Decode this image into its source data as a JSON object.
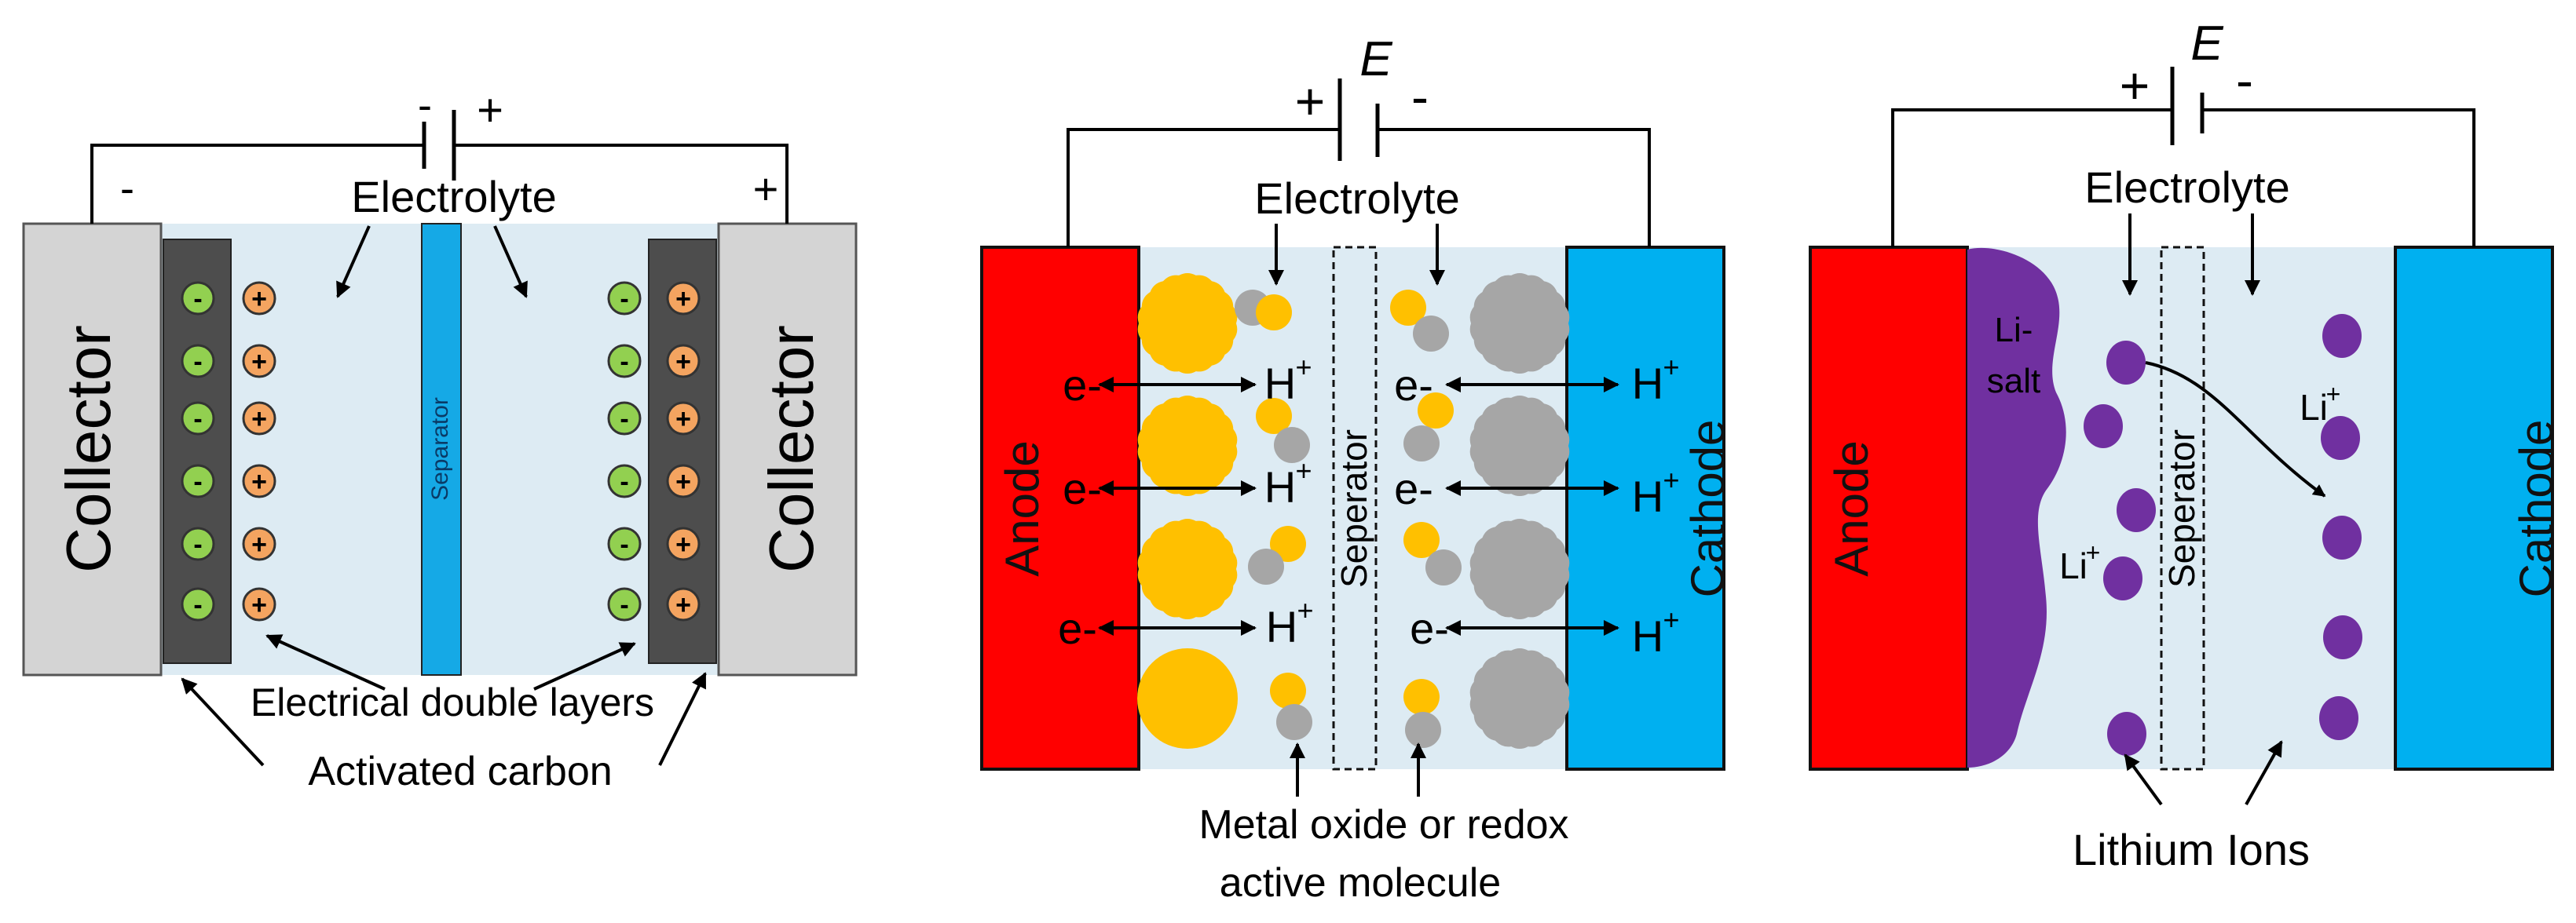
{
  "colors": {
    "electrolyte": "#DDEBF3",
    "collector": "#D4D4D4",
    "carbon": "#4D4D4D",
    "separator_blue": "#15A9E6",
    "anode_red": "#FF0000",
    "cathode_blue": "#00B0F0",
    "gold": "#FFC000",
    "grey": "#A6A6A6",
    "purple": "#7030A0",
    "neg_green": "#92D050",
    "pos_orange": "#F4A460"
  },
  "panel1": {
    "minus_sign": "-",
    "plus_sign": "+",
    "left_terminal": "-",
    "right_terminal": "+",
    "electrolyte_label": "Electrolyte",
    "left_collector": "Collector",
    "right_collector": "Collector",
    "separator_label": "Separator",
    "neg_ion_symbol": "-",
    "pos_ion_symbol": "+",
    "edl_label": "Electrical double layers",
    "carbon_label": "Activated carbon"
  },
  "panel2": {
    "voltage_symbol": "E",
    "plus_sign": "+",
    "minus_sign": "-",
    "electrolyte_label": "Electrolyte",
    "anode_label": "Anode",
    "cathode_label": "Cathode",
    "separator_label": "Seperator",
    "electron_label": "e-",
    "proton_label": "H",
    "proton_charge": "+",
    "caption_line1": "Metal oxide or redox",
    "caption_line2": "active molecule"
  },
  "panel3": {
    "voltage_symbol": "E",
    "plus_sign": "+",
    "minus_sign": "-",
    "electrolyte_label": "Electrolyte",
    "anode_label": "Anode",
    "cathode_label": "Cathode",
    "separator_label": "Seperator",
    "salt_line1": "Li-",
    "salt_line2": "salt",
    "li_label": "Li",
    "li_charge": "+",
    "ions_label": "Lithium Ions"
  }
}
